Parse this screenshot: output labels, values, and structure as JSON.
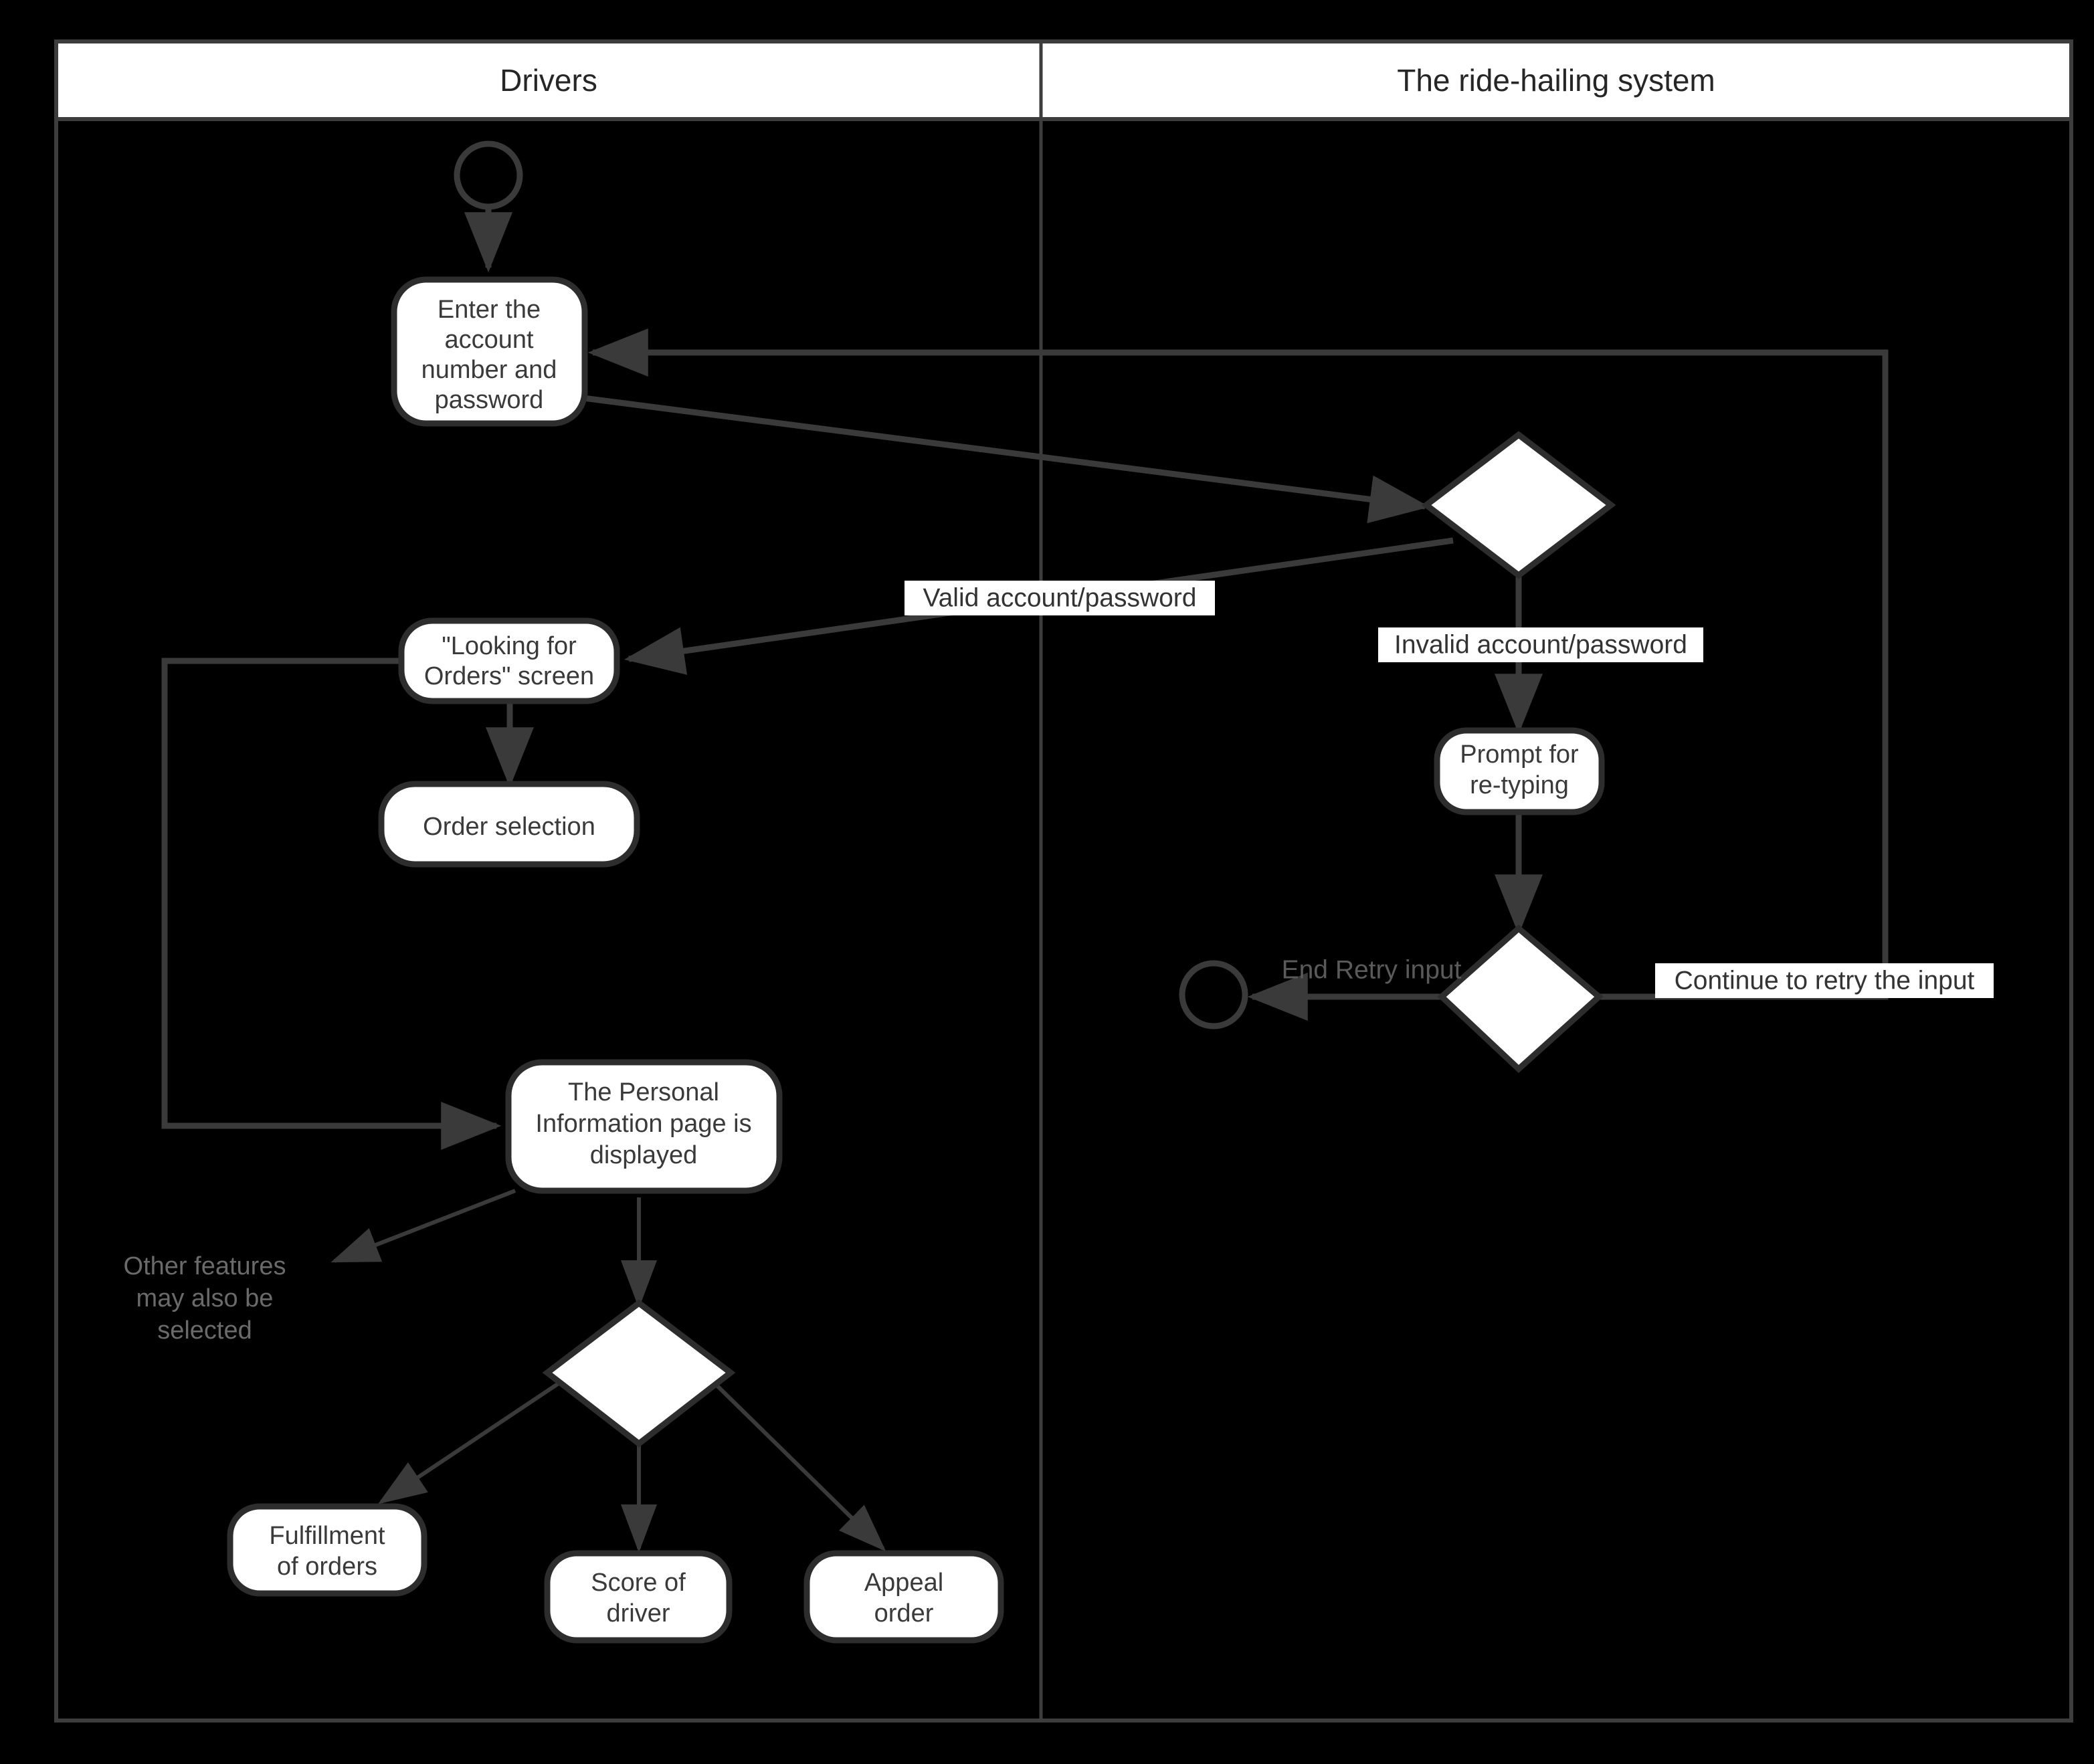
{
  "diagram": {
    "type": "uml-activity-swimlane",
    "title": "Ride-hailing driver login and order activity",
    "background_color": "#000000",
    "node_fill": "#ffffff",
    "stroke_color": "#3a3a3a",
    "lanes": [
      {
        "id": "drivers",
        "label": "Drivers"
      },
      {
        "id": "system",
        "label": "The ride-hailing system"
      }
    ],
    "nodes": [
      {
        "id": "start",
        "kind": "initial-node",
        "lane": "drivers",
        "label": ""
      },
      {
        "id": "enter-credentials",
        "kind": "activity",
        "lane": "drivers",
        "label": "Enter the account number and password",
        "lines": [
          "Enter the",
          "account",
          "number and",
          "password"
        ]
      },
      {
        "id": "validate-decision",
        "kind": "decision",
        "lane": "system",
        "label": ""
      },
      {
        "id": "looking-for-orders",
        "kind": "activity",
        "lane": "drivers",
        "label": "\"Looking for Orders\" screen",
        "lines": [
          "\"Looking for",
          "Orders\" screen"
        ]
      },
      {
        "id": "order-selection",
        "kind": "activity",
        "lane": "drivers",
        "label": "Order selection",
        "lines": [
          "Order selection"
        ]
      },
      {
        "id": "prompt-retype",
        "kind": "activity",
        "lane": "system",
        "label": "Prompt for re-typing",
        "lines": [
          "Prompt for",
          "re-typing"
        ]
      },
      {
        "id": "retry-decision",
        "kind": "decision",
        "lane": "system",
        "label": ""
      },
      {
        "id": "end-node",
        "kind": "final-node",
        "lane": "system",
        "label": ""
      },
      {
        "id": "personal-info-page",
        "kind": "activity",
        "lane": "drivers",
        "label": "The Personal Information page is displayed",
        "lines": [
          "The Personal",
          "Information page is",
          "displayed"
        ]
      },
      {
        "id": "feature-decision",
        "kind": "decision",
        "lane": "drivers",
        "label": ""
      },
      {
        "id": "fulfillment-of-orders",
        "kind": "activity",
        "lane": "drivers",
        "label": "Fulfillment of orders",
        "lines": [
          "Fulfillment",
          "of orders"
        ]
      },
      {
        "id": "score-of-driver",
        "kind": "activity",
        "lane": "drivers",
        "label": "Score of driver",
        "lines": [
          "Score of",
          "driver"
        ]
      },
      {
        "id": "appeal-order",
        "kind": "activity",
        "lane": "drivers",
        "label": "Appeal order",
        "lines": [
          "Appeal",
          "order"
        ]
      }
    ],
    "edge_labels": {
      "valid": "Valid account/password",
      "invalid": "Invalid account/password",
      "continue_retry": "Continue to retry the input",
      "end_retry": "End Retry input"
    },
    "notes": {
      "other_features": "Other features may also be selected",
      "other_features_lines": [
        "Other features",
        "may also be",
        "selected"
      ]
    }
  }
}
